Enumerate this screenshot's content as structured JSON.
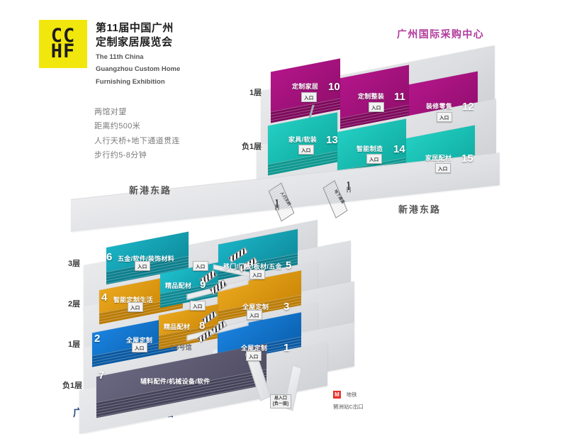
{
  "header": {
    "logo_lines": [
      "CC",
      "HF"
    ],
    "cn_title_line1": "第11届中国广州",
    "cn_title_line2": "定制家居展览会",
    "en_title_line1": "The 11th China",
    "en_title_line2": "Guangzhou Custom Home",
    "en_title_line3": "Furnishing Exhibition",
    "logo_color": "#f2e70d"
  },
  "notes": {
    "line1": "两馆对望",
    "line2": "距离约500米",
    "line3": "人行天桥+地下通道贯连",
    "line4": "步行约5-8分钟"
  },
  "venues": {
    "north": {
      "name": "广州国际采购中心",
      "color": "#b0399b"
    },
    "south": {
      "name": "广州保利世贸博览馆",
      "color": "#2d4a80"
    }
  },
  "road": {
    "name_left": "新港东路",
    "name_right": "新港东路",
    "bridge_label_1": "人行天桥",
    "bridge_label_2": "地下通道"
  },
  "north_building": {
    "floors": [
      {
        "floor_label": "1层",
        "color": "#a8127e",
        "halls": [
          {
            "num": "10",
            "label": "定制家居",
            "entrance": "入口"
          },
          {
            "num": "11",
            "label": "定制整装",
            "entrance": "入口"
          },
          {
            "num": "12",
            "label": "装修零售",
            "entrance": "入口"
          }
        ]
      },
      {
        "floor_label": "负1层",
        "color": "#17bfb4",
        "halls": [
          {
            "num": "13",
            "label": "家具/软装",
            "entrance": "入口"
          },
          {
            "num": "14",
            "label": "智能制造",
            "entrance": "入口"
          },
          {
            "num": "15",
            "label": "家居配材",
            "entrance": "入口"
          }
        ]
      }
    ]
  },
  "south_building": {
    "floors": [
      {
        "floor_label": "3层",
        "halls": [
          {
            "num": "6",
            "label": "五金/软件/装饰材料",
            "entrance": "入口",
            "color": "#13a5b8"
          },
          {
            "num": "5",
            "label": "移门/门板/板材/五金",
            "entrance": "入口",
            "color": "#13a5b8"
          }
        ]
      },
      {
        "floor_label": "2层",
        "halls": [
          {
            "num": "4",
            "label": "智能定制生活",
            "entrance": "入口",
            "color": "#e09a12"
          },
          {
            "num": "9",
            "label": "精品配材",
            "entrance": "",
            "color": "#17b0bf"
          },
          {
            "num": "3",
            "label": "全屋定制",
            "entrance": "入口",
            "color": "#e09a12"
          }
        ]
      },
      {
        "floor_label": "1层",
        "halls": [
          {
            "num": "2",
            "label": "全屋定制",
            "entrance": "入口",
            "color": "#1176d0"
          },
          {
            "num": "8",
            "label": "精品配材",
            "entrance": "",
            "color": "#e09a12"
          },
          {
            "num": "1",
            "label": "全屋定制",
            "entrance": "入口",
            "color": "#1176d0"
          }
        ],
        "mid_hall": "1.5号馆"
      },
      {
        "floor_label": "负1层",
        "halls": [
          {
            "num": "7",
            "label": "辅料配件/机械设备/软件",
            "entrance": "",
            "color": "#5d5a72"
          }
        ]
      }
    ],
    "main_entrance_line1": "总入口",
    "main_entrance_line2": "[负一层]"
  },
  "metro": {
    "icon_label": "M",
    "name": "地铁",
    "exit": "琶洲站C出口",
    "color": "#e8312a"
  }
}
